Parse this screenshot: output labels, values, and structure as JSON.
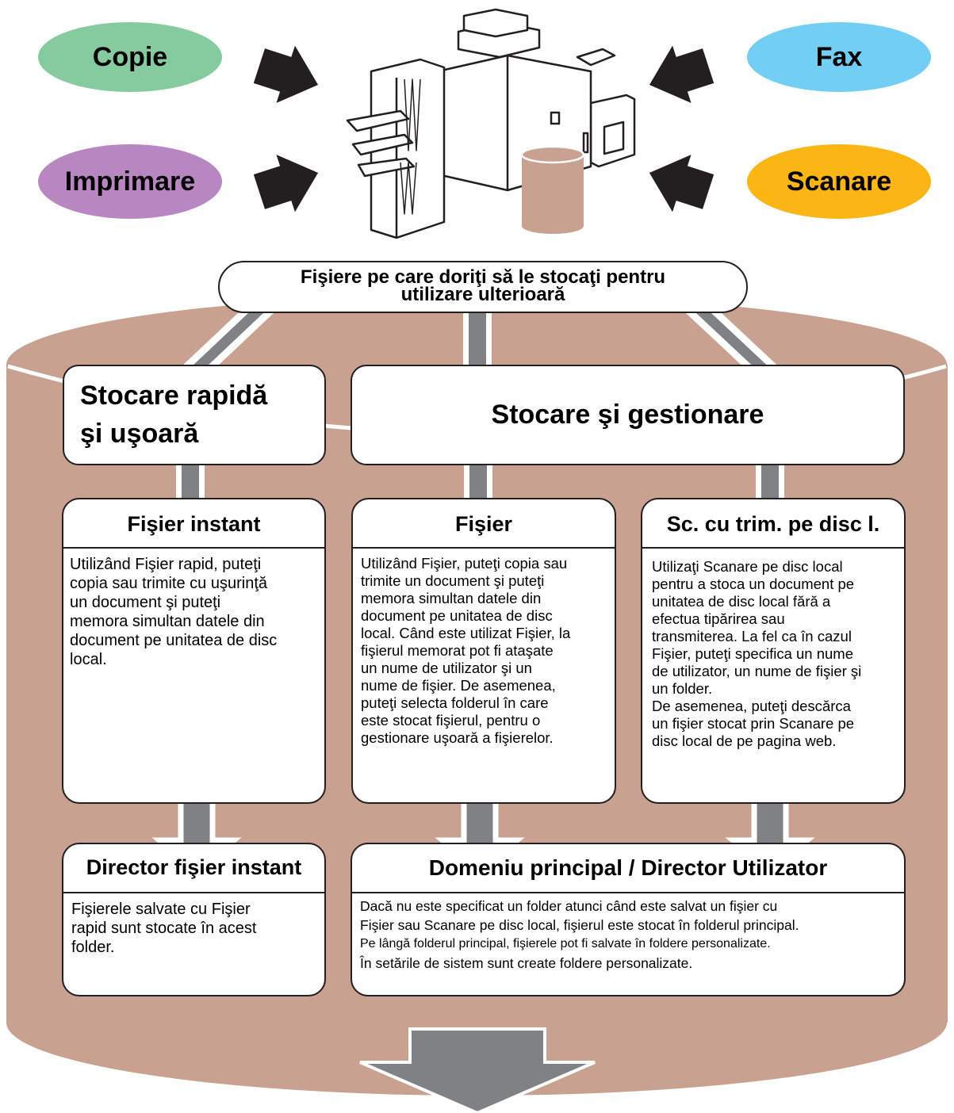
{
  "sources": {
    "copy": "Copie",
    "print": "Imprimare",
    "fax": "Fax",
    "scan": "Scanare"
  },
  "banner": {
    "line1": "Fişiere pe care doriţi să le stocaţi pentru",
    "line2": "utilizare ulterioară"
  },
  "categories": {
    "quick": {
      "line1": "Stocare rapidă",
      "line2": "şi uşoară"
    },
    "managed": "Stocare şi gestionare"
  },
  "modes": {
    "quick_file": {
      "title": "Fişier instant",
      "lines": [
        "Utilizând Fişier rapid, puteţi",
        "copia sau trimite cu uşurinţă",
        "un document şi puteţi",
        "memora simultan datele din",
        "document pe unitatea de disc",
        "local."
      ]
    },
    "file": {
      "title": "Fişier",
      "lines": [
        "Utilizând Fişier, puteţi copia sau",
        "trimite un document şi puteţi",
        "memora simultan datele din",
        "document pe unitatea de disc",
        "local. Când este utilizat Fişier, la",
        "fişierul memorat pot fi ataşate",
        "un nume de utilizator şi un",
        "nume de fişier. De asemenea,",
        "puteţi selecta folderul în care",
        "este stocat fişierul, pentru o",
        "gestionare uşoară a fişierelor."
      ]
    },
    "scan_to_hdd": {
      "title": "Sc. cu trim. pe disc l.",
      "lines": [
        "Utilizaţi Scanare pe disc local",
        "pentru a stoca un document pe",
        "unitatea de disc local fără a",
        "efectua tipărirea sau",
        "transmiterea. La fel ca în cazul",
        "Fişier, puteţi specifica un nume",
        "de utilizator, un nume de fişier şi",
        "un folder.",
        "De asemenea, puteţi descărca",
        "un fişier stocat prin Scanare pe",
        "disc local de pe pagina web."
      ]
    }
  },
  "folders": {
    "quick_folder": {
      "title": "Director fişier instant",
      "lines": [
        "Fişierele salvate cu Fişier",
        "rapid sunt stocate în acest",
        "folder."
      ]
    },
    "main_folder": {
      "title": "Domeniu principal / Director Utilizator",
      "lines": [
        "Dacă nu este specificat un folder atunci când este salvat un fişier cu",
        "Fişier sau Scanare pe disc local, fişierul este stocat în folderul principal.",
        "Pe lângă folderul principal, fişierele pot fi salvate în foldere personalizate.",
        "În setările de sistem sunt create foldere personalizate."
      ]
    }
  },
  "colors": {
    "copy": "#86cba0",
    "print": "#b886c0",
    "fax": "#72cff3",
    "scan": "#fbb515",
    "storage": "#c9a190",
    "arrow_gray": "#808184",
    "outline": "#231f20"
  }
}
